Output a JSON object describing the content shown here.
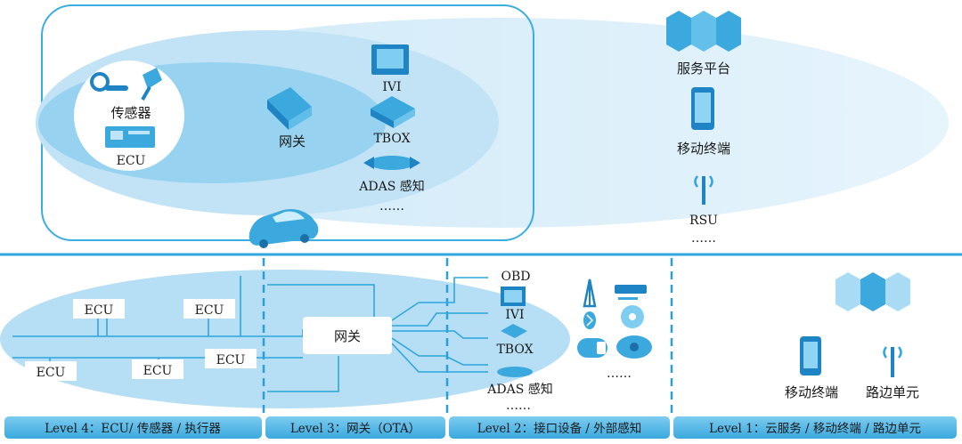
{
  "top": {
    "sensor_label": "传感器",
    "ecu_label": "ECU",
    "gateway_label": "网关",
    "ivi_label": "IVI",
    "tbox_label": "TBOX",
    "adas_label": "ADAS 感知",
    "ellipsis_vehicle": "……",
    "service_platform_label": "服务平台",
    "mobile_terminal_label": "移动终端",
    "rsu_label": "RSU",
    "ellipsis_cloud": "……"
  },
  "bottom": {
    "ecu_labels": [
      "ECU",
      "ECU",
      "ECU",
      "ECU",
      "ECU"
    ],
    "gateway_label": "网关",
    "obd_label": "OBD",
    "ivi_label": "IVI",
    "tbox_label": "TBOX",
    "adas_label": "ADAS 感知",
    "ellipsis_interface": "……",
    "ellipsis_external": "……",
    "mobile_terminal_label": "移动终端",
    "roadside_unit_label": "路边单元"
  },
  "levels": [
    {
      "label": "Level 4：ECU/ 传感器 / 执行器"
    },
    {
      "label": "Level 3：网关（OTA）"
    },
    {
      "label": "Level 2：接口设备 / 外部感知"
    },
    {
      "label": "Level 1：云服务 / 移动终端 / 路边单元"
    }
  ],
  "colors": {
    "ellipse_light": "#d6ecf8",
    "ellipse_mid": "#a9d9f2",
    "accent": "#2fa6dc",
    "band": "#5bbbe8"
  }
}
